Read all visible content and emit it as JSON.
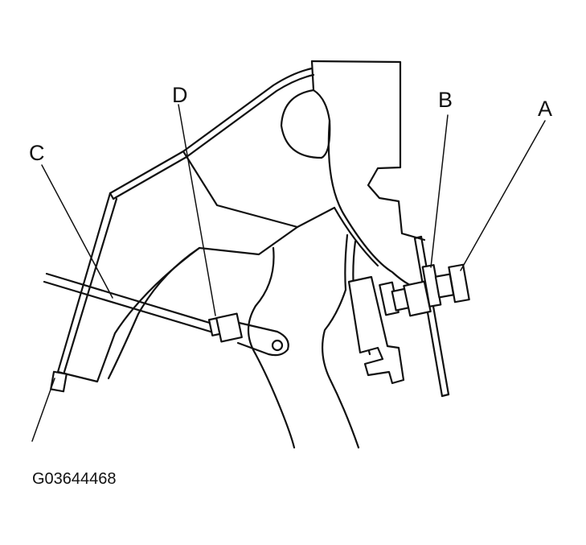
{
  "figure_id": "G03644468",
  "labels": {
    "a": "A",
    "b": "B",
    "c": "C",
    "d": "D"
  }
}
